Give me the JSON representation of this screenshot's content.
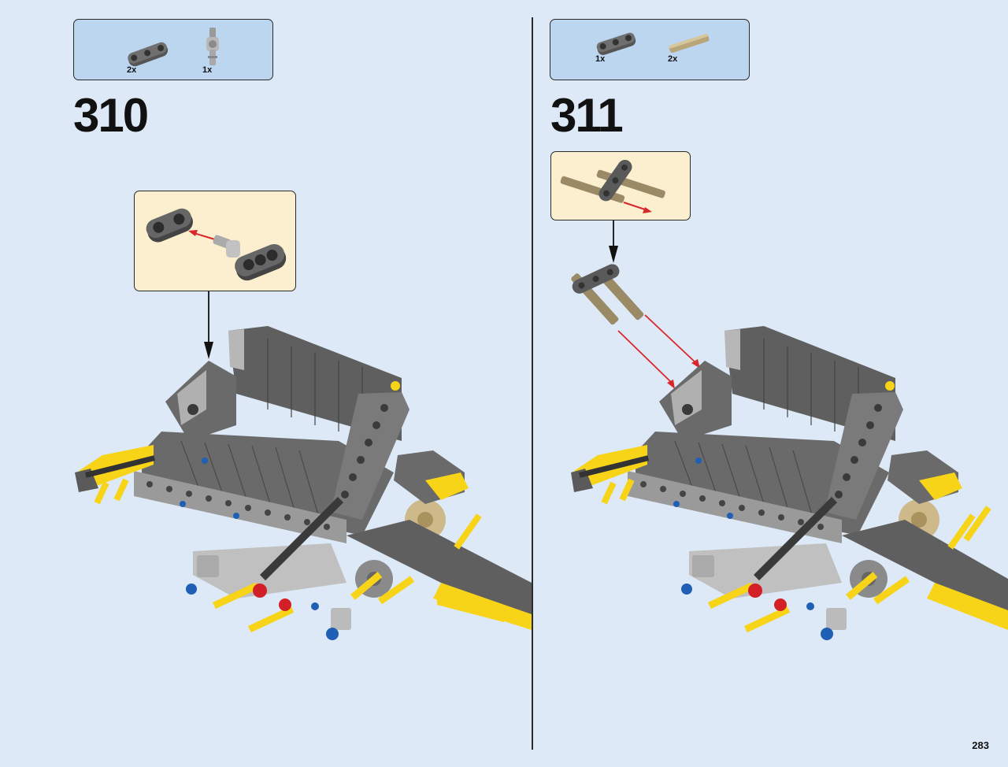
{
  "page": {
    "number": "283"
  },
  "steps": [
    {
      "number": "310",
      "parts": [
        {
          "name": "dark-gray-beam-3",
          "qty": "2x"
        },
        {
          "name": "light-gray-axle-pin-connector",
          "qty": "1x"
        }
      ]
    },
    {
      "number": "311",
      "parts": [
        {
          "name": "dark-gray-beam-3",
          "qty": "1x"
        },
        {
          "name": "tan-axle",
          "qty": "2x"
        }
      ]
    }
  ],
  "colors": {
    "background": "#dde9f6",
    "parts_box": "#bcd6f0",
    "callout": "#fbefcf",
    "arrow_red": "#d9262b",
    "brick_dark_gray": "#6b6b6b",
    "brick_light_gray": "#b4b4b4",
    "brick_yellow": "#f7d417",
    "brick_blue": "#1f5fb4",
    "brick_red": "#d31f26",
    "brick_tan": "#cdb98a"
  }
}
